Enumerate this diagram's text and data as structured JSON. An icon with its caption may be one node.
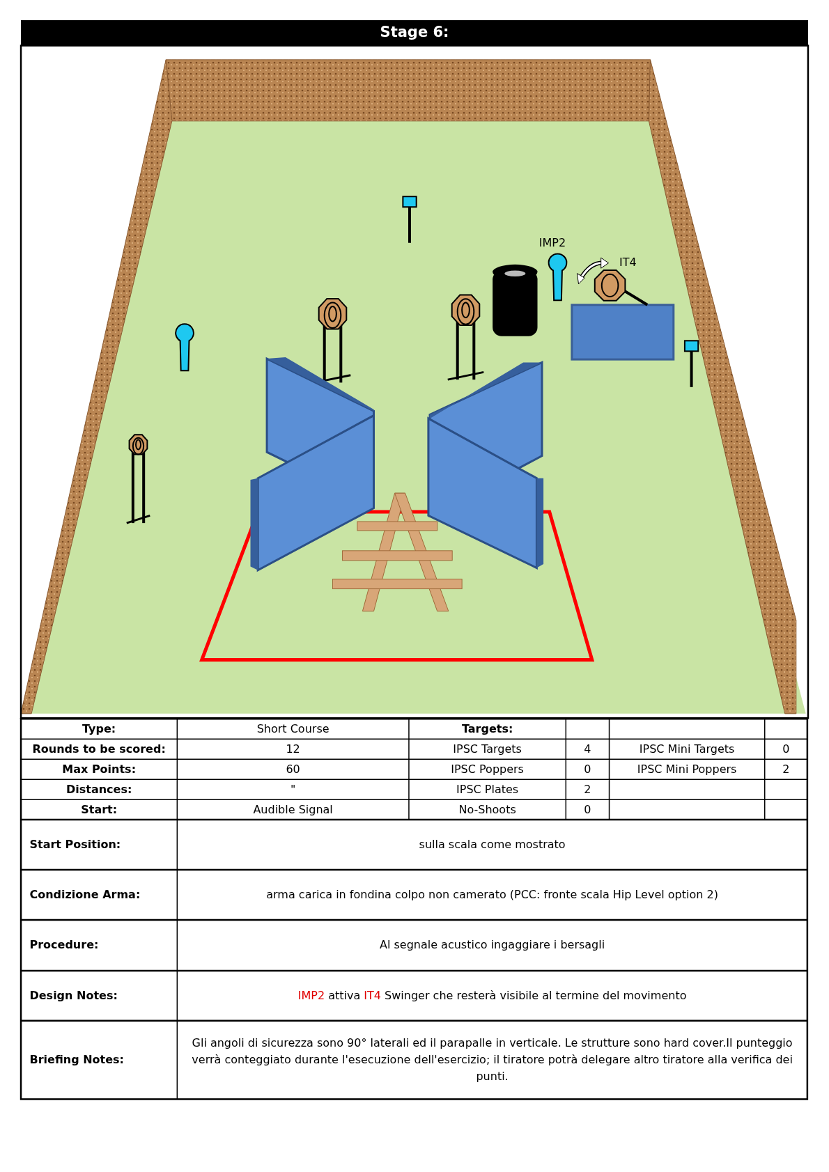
{
  "diagram": {
    "title": "Stage 6:",
    "labels": [
      "IMP2",
      "IT4",
      "Type:",
      "Short Course",
      "Targets:",
      "Rounds to be scored:",
      "12",
      "IPSC Targets",
      "4",
      "IPSC Mini Targets",
      "0",
      "Max Points:",
      "60",
      "IPSC Poppers",
      "0",
      "IPSC Mini Poppers",
      "2",
      "Distances:",
      "\"",
      "IPSC Plates",
      "2",
      "Start:",
      "Audible Signal",
      "No-Shoots",
      "0",
      "Start Position:",
      "sulla scala come mostrato",
      "Condizione Arma:",
      "arma carica in fondina colpo non camerato  (PCC: fronte scala Hip Level option 2)",
      "Procedure:",
      "Al segnale acustico ingaggiare i bersagli",
      "Design Notes:",
      "IMP2 attiva IT4 Swinger che resterà visibile al termine del movimento",
      "Briefing Notes:",
      "Gli angoli di sicurezza sono 90° laterali ed il parapalle in verticale. Le strutture sono hard cover.Il punteggio verrà conteggiato durante l'esecuzione dell'esercizio; il tiratore potrà delegare altro tiratore alla verifica  dei punti."
    ]
  }
}
